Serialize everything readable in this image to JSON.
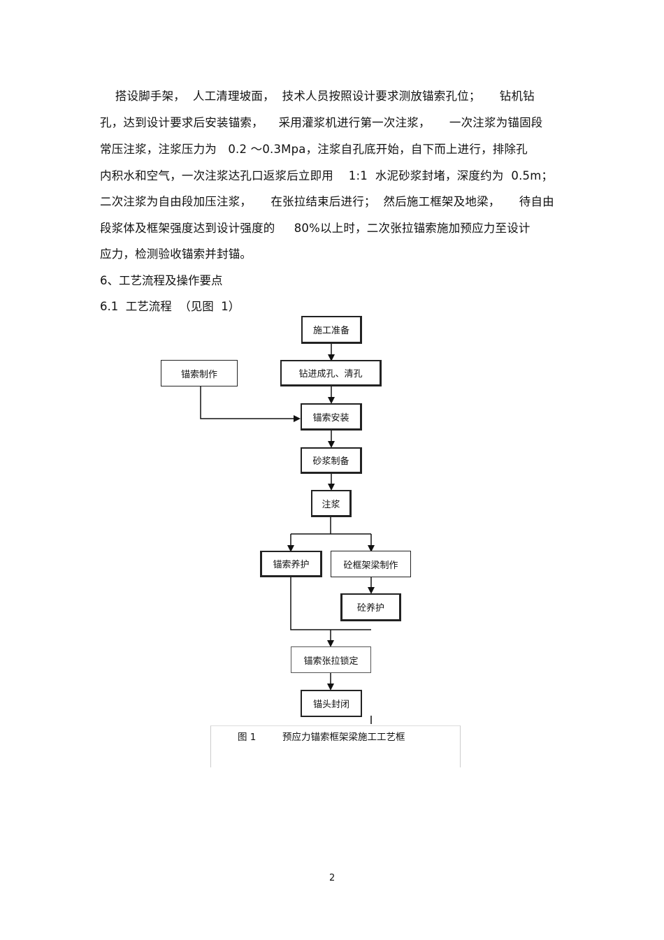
{
  "body_text": {
    "lines": [
      "    搭设脚手架，  人工清理坡面，  技术人员按照设计要求测放锚索孔位；     钻机钻",
      "孔，达到设计要求后安装锚索，    采用灌浆机进行第一次注浆，     一次注浆为锚固段",
      "常压注浆，注浆压力为   0.2 ～0.3Mpa，注浆自孔底开始，自下而上进行，排除孔",
      "内积水和空气，一次注浆达孔口返浆后立即用    1:1  水泥砂浆封堵，深度约为  0.5m；",
      "二次注浆为自由段加压注浆，     在张拉结束后进行；  然后施工框架及地梁，     待自由",
      "段浆体及框架强度达到设计强度的     80%以上时，二次张拉锚索施加预应力至设计",
      "应力，检测验收锚索并封锚。"
    ]
  },
  "section": {
    "heading": "6、工艺流程及操作要点",
    "subheading": "6.1  工艺流程  （见图  1）"
  },
  "flowchart": {
    "nodes": {
      "prep": "施工准备",
      "drill": "钻进成孔、清孔",
      "anchor_make": "锚索制作",
      "install": "锚索安装",
      "mortar": "砂浆制备",
      "grout": "注浆",
      "anchor_cure": "锚索养护",
      "frame_make": "砼框架梁制作",
      "concrete_cure": "砼养护",
      "tension": "锚索张拉锁定",
      "seal": "锚头封闭"
    },
    "caption_label": "图 1",
    "caption_title": "预应力锚索框架梁施工工艺框"
  },
  "page": {
    "number": "2"
  }
}
